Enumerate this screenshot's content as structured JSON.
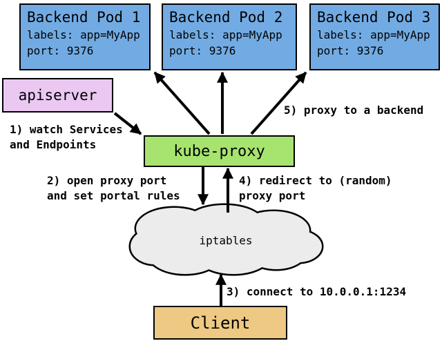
{
  "diagram_description": "Kubernetes userspace proxy-mode overview",
  "nodes": {
    "pods": [
      {
        "title": "Backend Pod 1",
        "labels_line": "labels: app=MyApp",
        "port_line": "port: 9376"
      },
      {
        "title": "Backend Pod 2",
        "labels_line": "labels: app=MyApp",
        "port_line": "port: 9376"
      },
      {
        "title": "Backend Pod 3",
        "labels_line": "labels: app=MyApp",
        "port_line": "port: 9376"
      }
    ],
    "apiserver": {
      "label": "apiserver"
    },
    "kube_proxy": {
      "label": "kube-proxy"
    },
    "iptables": {
      "label": "iptables"
    },
    "client": {
      "label": "Client"
    }
  },
  "steps": {
    "step1": "1) watch Services\nand Endpoints",
    "step2": "2) open proxy port\nand set portal rules",
    "step3": "3) connect to 10.0.0.1:1234",
    "step4": "4) redirect to (random)\nproxy port",
    "step5": "5) proxy to a backend"
  },
  "colors": {
    "pod_fill": "#72abe3",
    "apiserver_fill": "#eac8f2",
    "kube_proxy_fill": "#a7e46f",
    "client_fill": "#eec983",
    "cloud_fill": "#ececec",
    "line": "#000000",
    "background": "#ffffff"
  }
}
